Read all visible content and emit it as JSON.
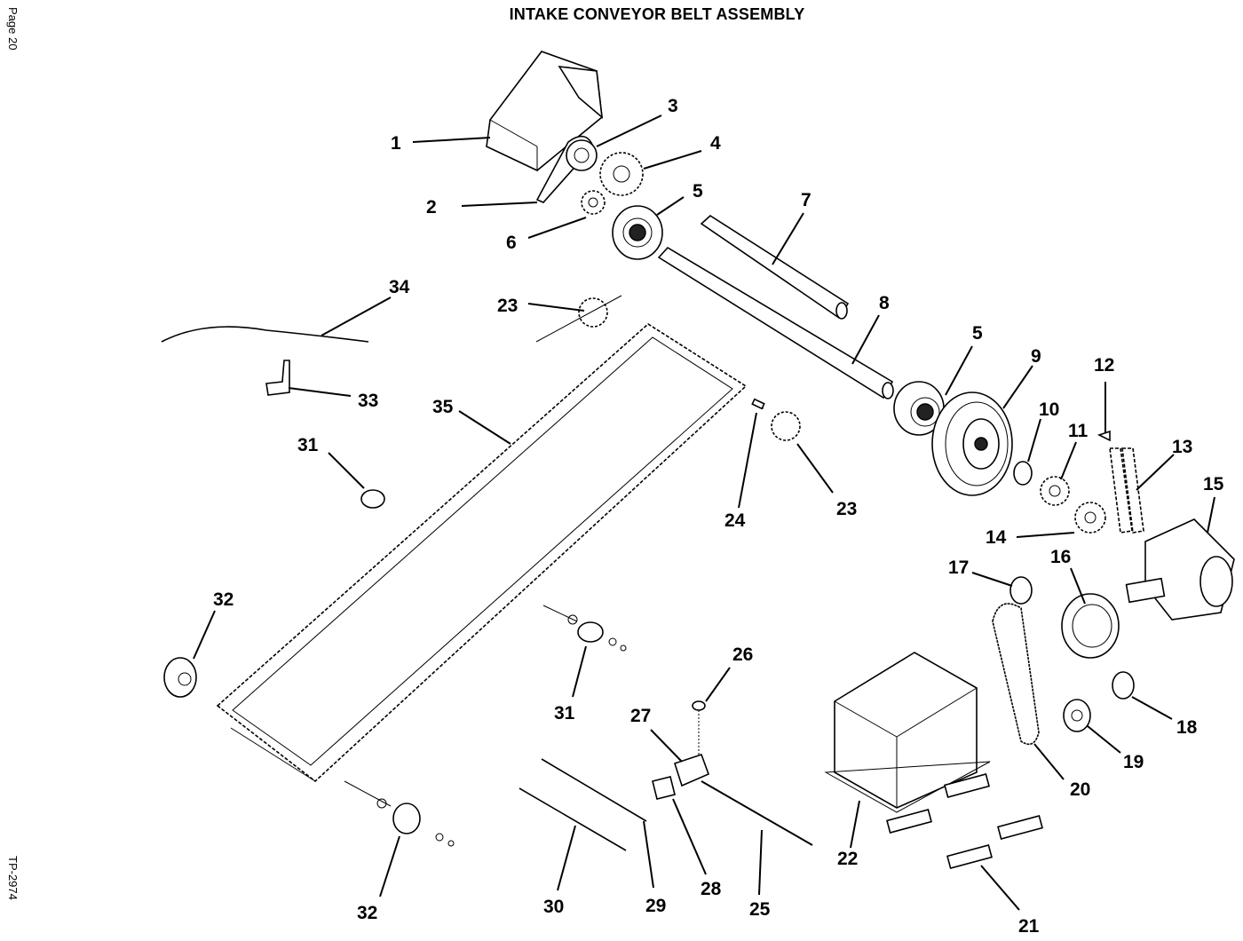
{
  "title": "INTAKE CONVEYOR BELT ASSEMBLY",
  "page_label": "Page 20",
  "figure_ref": "TP-2974",
  "callouts": {
    "c1": "1",
    "c2": "2",
    "c3": "3",
    "c4": "4",
    "c5a": "5",
    "c5b": "5",
    "c6": "6",
    "c7": "7",
    "c8": "8",
    "c9": "9",
    "c10": "10",
    "c11": "11",
    "c12": "12",
    "c13": "13",
    "c14": "14",
    "c15": "15",
    "c16": "16",
    "c17": "17",
    "c18": "18",
    "c19": "19",
    "c20": "20",
    "c21": "21",
    "c22": "22",
    "c23a": "23",
    "c23b": "23",
    "c24": "24",
    "c25": "25",
    "c26": "26",
    "c27": "27",
    "c28": "28",
    "c29": "29",
    "c30": "30",
    "c31a": "31",
    "c31b": "31",
    "c32a": "32",
    "c32b": "32",
    "c33": "33",
    "c34": "34",
    "c35": "35"
  }
}
